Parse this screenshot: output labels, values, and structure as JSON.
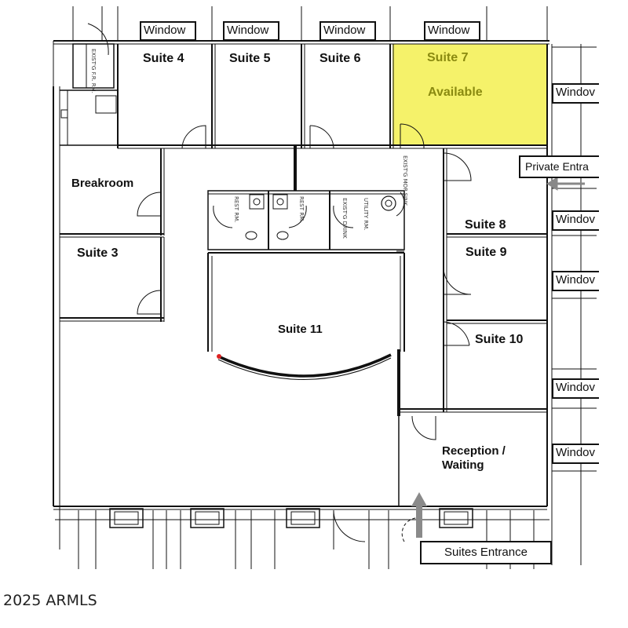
{
  "plan": {
    "rooms": {
      "suite_4": "Suite 4",
      "suite_5": "Suite 5",
      "suite_6": "Suite 6",
      "suite_7": "Suite 7",
      "suite_7_status": "Available",
      "breakroom": "Breakroom",
      "suite_3": "Suite 3",
      "suite_8": "Suite 8",
      "suite_9": "Suite 9",
      "suite_10": "Suite 10",
      "suite_11": "Suite 11",
      "reception_line1": "Reception /",
      "reception_line2": "Waiting"
    },
    "windows": {
      "label": "Window",
      "label_cut": "Windov"
    },
    "entrances": {
      "private": "Private Entra",
      "suites": "Suites Entrance"
    },
    "small_labels": {
      "existing_fr_rm": "EXIST'G F.R. RM.",
      "rest_rm_1": "REST RM.",
      "rest_rm_2": "REST RM.",
      "utility_rm": "UTILITY RM.",
      "exist_mop_sink": "EXIST'G MOP SINK",
      "exist_drink": "EXIST'G DRINK"
    },
    "highlight_color": "#f5f26a",
    "highlight_text_color": "#8a8a10"
  },
  "footer": {
    "copyright": "2025 ARMLS"
  }
}
